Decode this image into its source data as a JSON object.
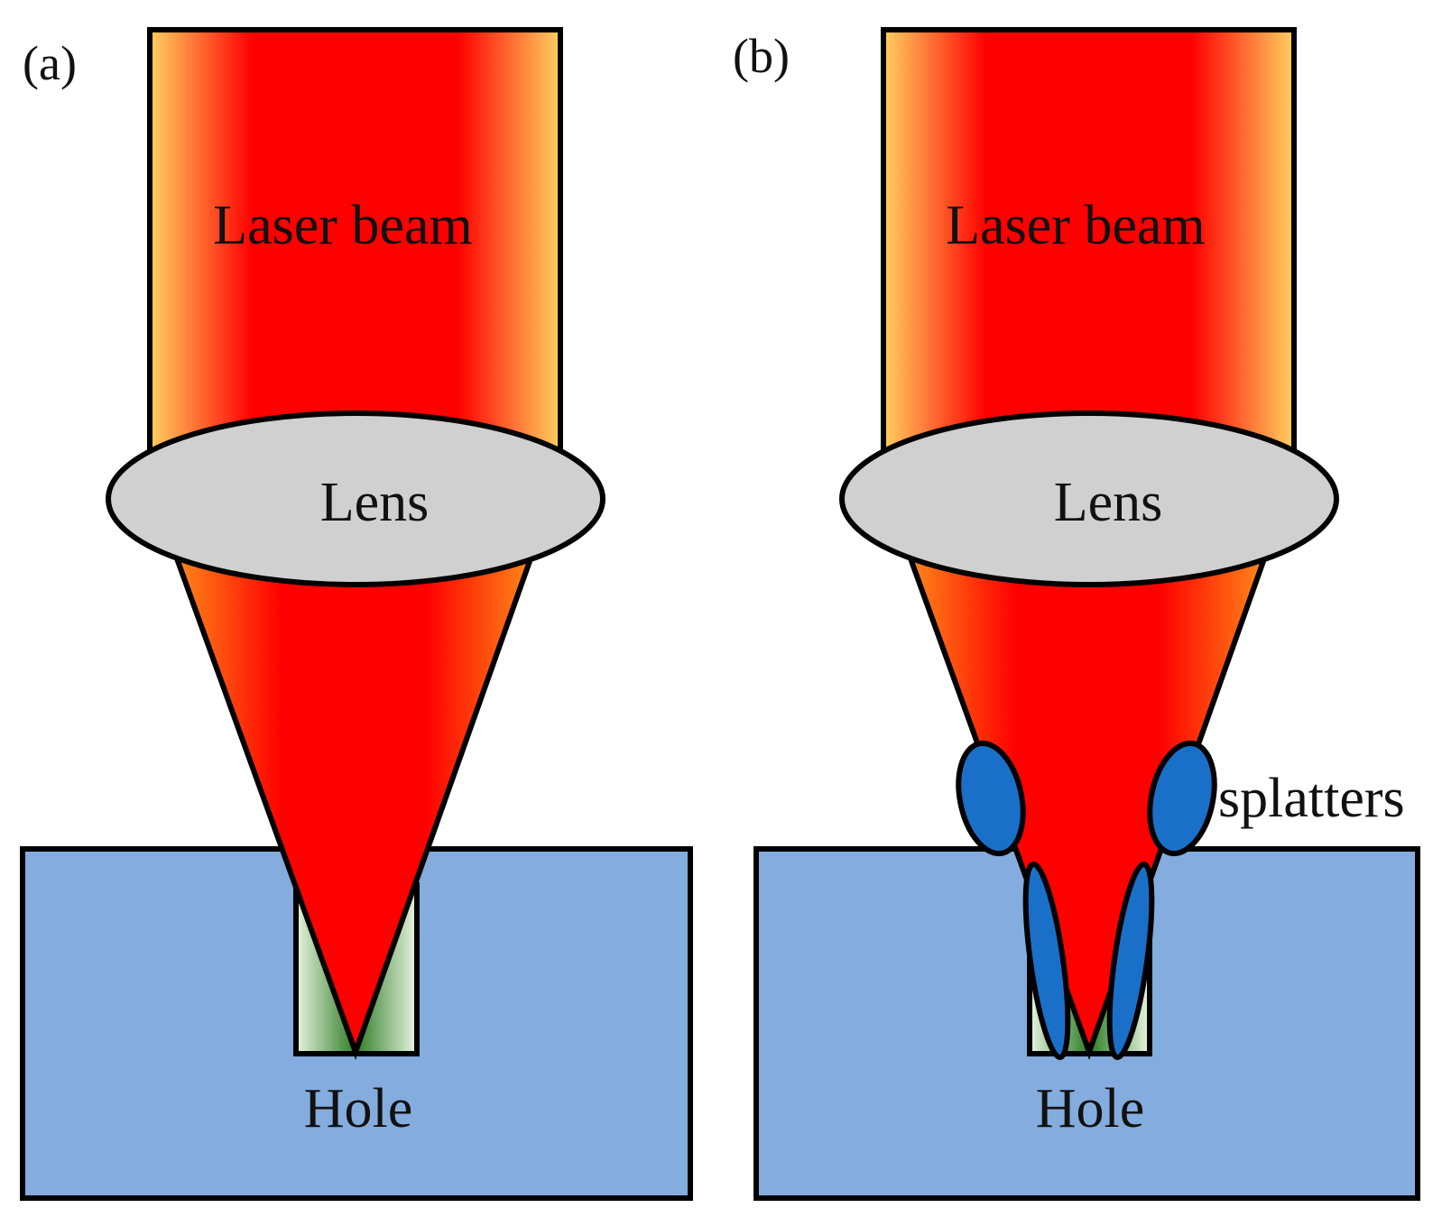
{
  "panels": [
    {
      "id": "a",
      "tag": "(a)",
      "beam_label": "Laser beam",
      "lens_label": "Lens",
      "hole_label": "Hole"
    },
    {
      "id": "b",
      "tag": "(b)",
      "beam_label": "Laser beam",
      "lens_label": "Lens",
      "hole_label": "Hole",
      "splatter_label": "splatters"
    }
  ],
  "colors": {
    "beam_core": "#ff0000",
    "beam_edge": "#ffd060",
    "lens_fill": "#d0d0d0",
    "workpiece": "#84acde",
    "hole_dark": "#2f7d27",
    "hole_light": "#e8f4e0",
    "splatter": "#1a70c8",
    "outline": "#000000"
  }
}
